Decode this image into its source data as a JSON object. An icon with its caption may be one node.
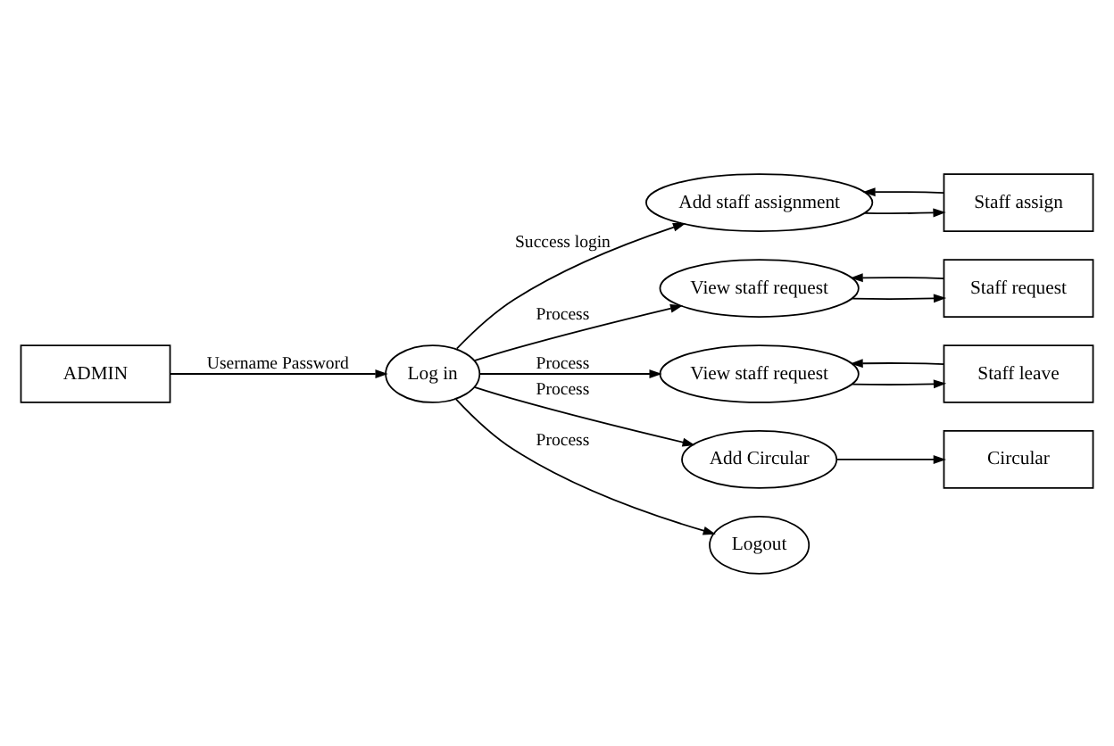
{
  "diagram": {
    "nodes": [
      {
        "text": [
          "ADMIN"
        ]
      },
      {
        "text": [
          "Log in"
        ]
      },
      {
        "text": [
          "Add staff assignment"
        ]
      },
      {
        "text": [
          "Staff assign"
        ]
      },
      {
        "text": [
          "View staff request"
        ]
      },
      {
        "text": [
          "Staff request"
        ]
      },
      {
        "text": [
          "View staff request"
        ]
      },
      {
        "text": [
          "Staff leave"
        ]
      },
      {
        "text": [
          "Add Circular"
        ]
      },
      {
        "text": [
          "Circular"
        ]
      },
      {
        "text": [
          "Logout"
        ]
      }
    ],
    "edges": [
      {
        "from": 0,
        "to": 1,
        "arrow": "to",
        "label": "Username Password"
      },
      {
        "from": 1,
        "to": 2,
        "arrow": "to",
        "label": "Success login"
      },
      {
        "from": 2,
        "to": 3,
        "arrow": "to"
      },
      {
        "from": 3,
        "to": 2,
        "arrow": "to"
      },
      {
        "from": 1,
        "to": 4,
        "arrow": "to",
        "label": "Process"
      },
      {
        "from": 4,
        "to": 5,
        "arrow": "to"
      },
      {
        "from": 5,
        "to": 4,
        "arrow": "to"
      },
      {
        "from": 1,
        "to": 6,
        "arrow": "to",
        "label": "Process"
      },
      {
        "from": 6,
        "to": 7,
        "arrow": "to"
      },
      {
        "from": 7,
        "to": 6,
        "arrow": "to"
      },
      {
        "from": 1,
        "to": 8,
        "arrow": "to",
        "label": "Process"
      },
      {
        "from": 8,
        "to": 9,
        "arrow": "to"
      },
      {
        "from": 1,
        "to": 10,
        "arrow": "to",
        "label": "Process"
      }
    ]
  }
}
